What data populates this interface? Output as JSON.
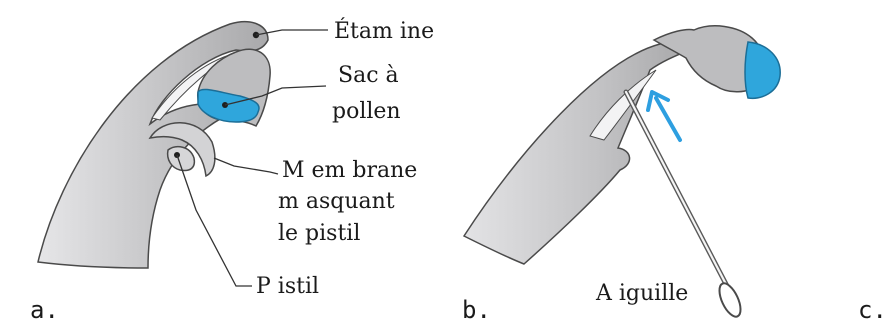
{
  "labels": {
    "etamine": "Étam ine",
    "sac_line1": "Sac à",
    "sac_line2": "pollen",
    "membrane_line1": "M em brane",
    "membrane_line2": "m asquant",
    "membrane_line3": "le pistil",
    "pistil": "P istil",
    "aiguille": "A iguille"
  },
  "panels": {
    "a": "a.",
    "b": "b.",
    "c": "c."
  },
  "colors": {
    "petal_fill": "#c2c2c4",
    "petal_stroke": "#4a4a4a",
    "pollen_sac": "#2fa6dc",
    "arrow": "#2e9fe0",
    "leader": "#333333"
  }
}
